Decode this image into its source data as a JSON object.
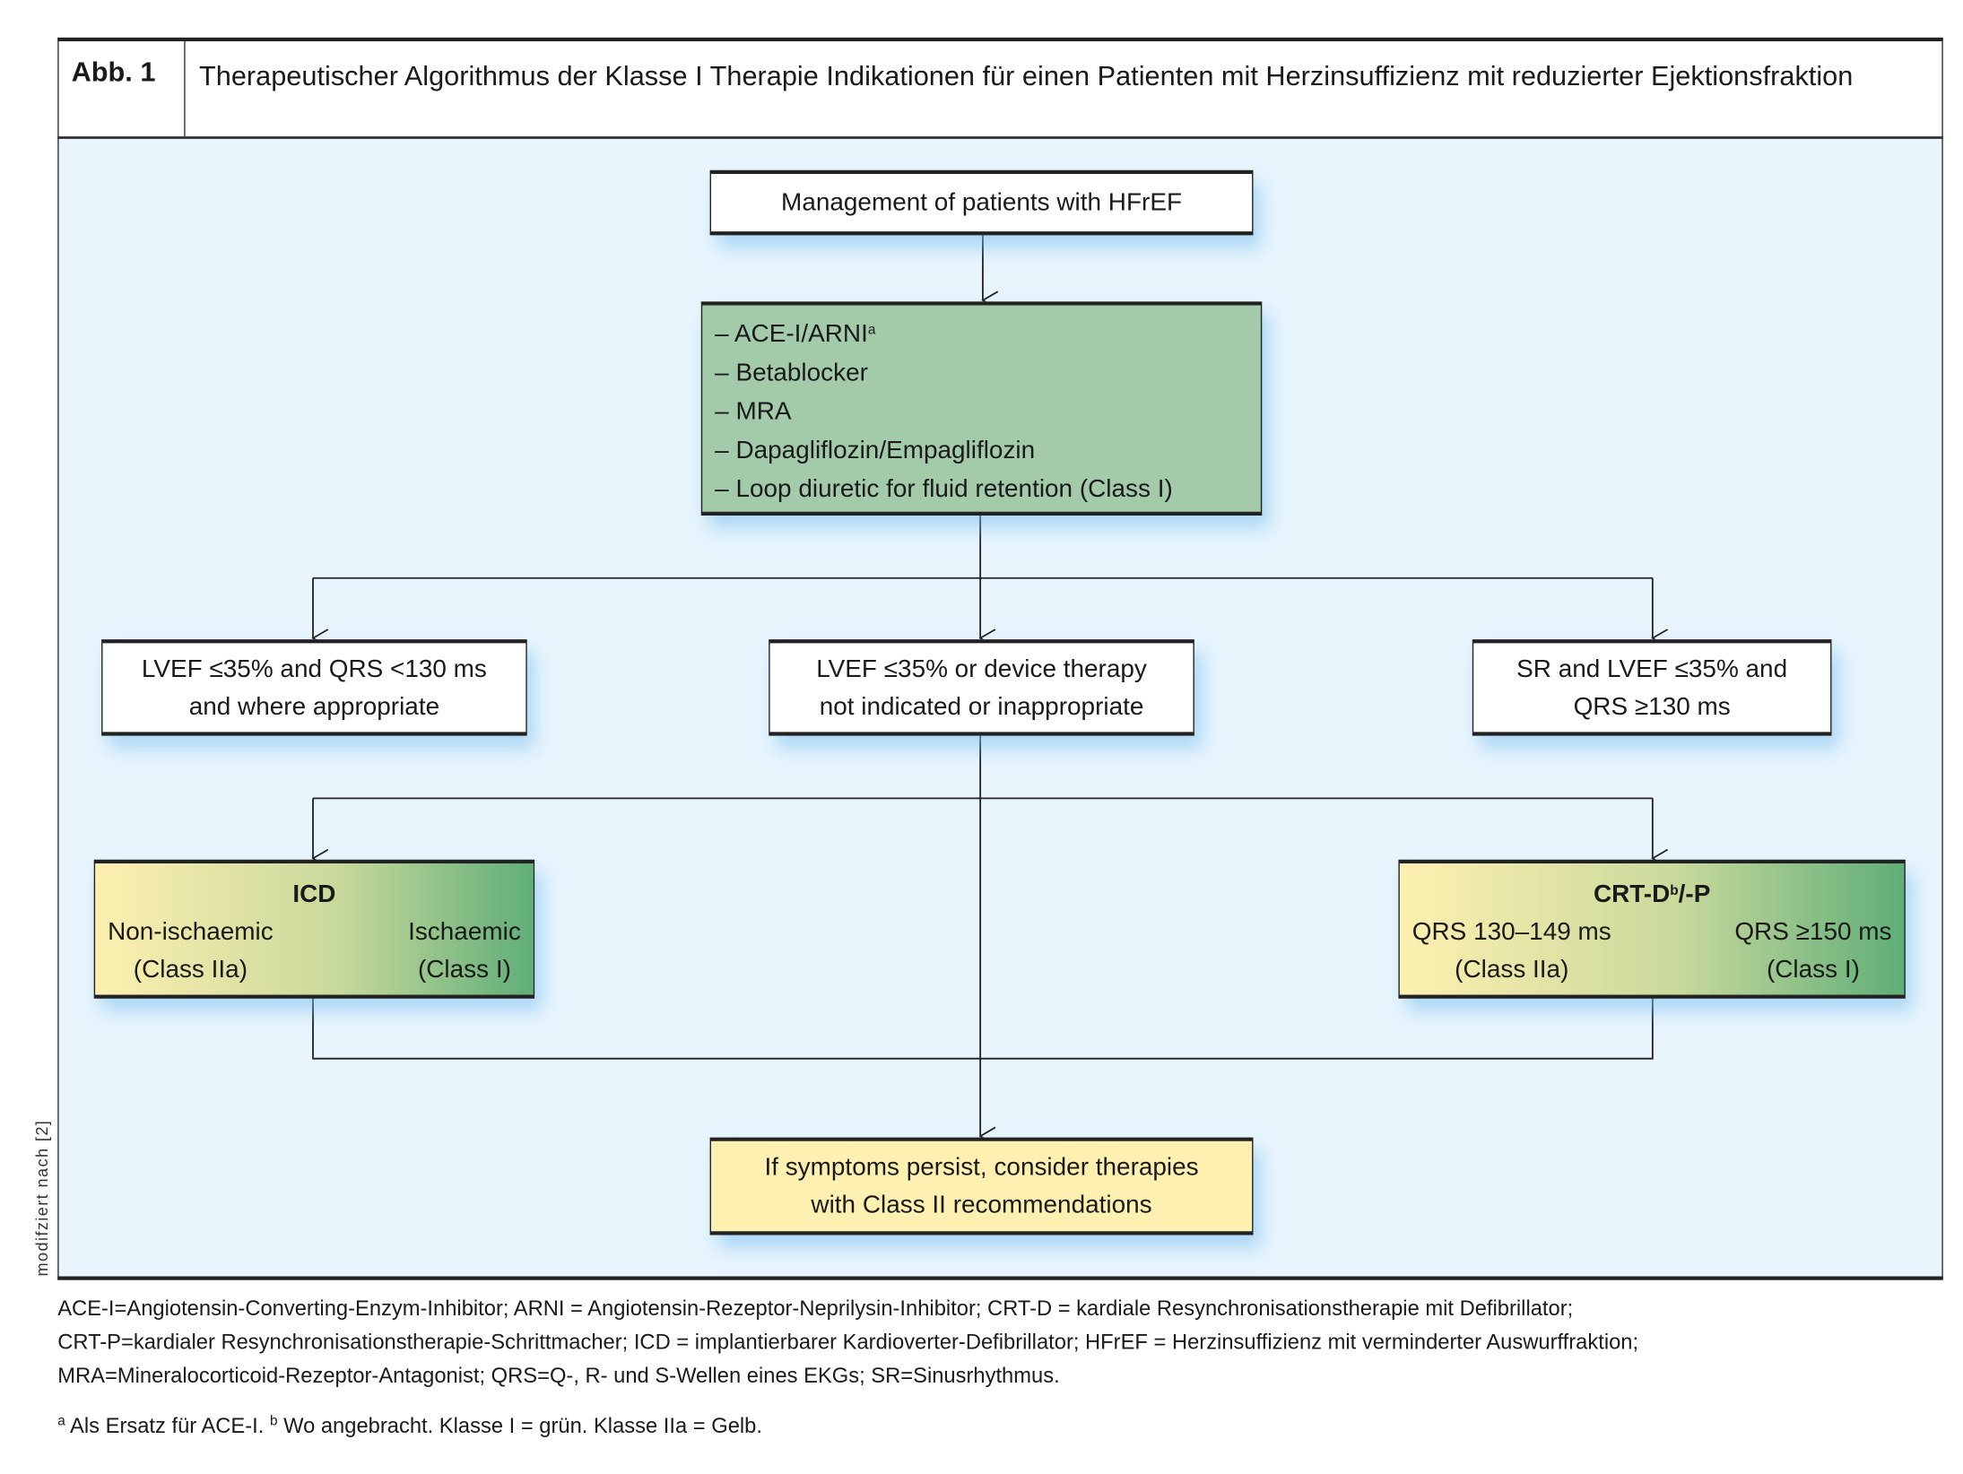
{
  "header": {
    "label": "Abb. 1",
    "title": "Therapeutischer Algorithmus der Klasse I Therapie Indikationen für einen Patienten mit Herzinsuffizienz mit reduzierter Ejektionsfraktion"
  },
  "nodes": {
    "start": "Management of patients with HFrEF",
    "base_therapy": [
      {
        "text": "– ACE-I/ARNI",
        "sup": "a"
      },
      {
        "text": "– Betablocker"
      },
      {
        "text": "– MRA"
      },
      {
        "text": "– Dapagliflozin/Empagliflozin"
      },
      {
        "text": "– Loop diuretic for fluid retention (Class I)"
      }
    ],
    "left_criteria": [
      "LVEF ≤35% and QRS <130 ms",
      "and where appropriate"
    ],
    "middle_criteria": [
      "LVEF ≤35% or device therapy",
      "not indicated or inappropriate"
    ],
    "right_criteria": [
      "SR and LVEF ≤35% and",
      "QRS ≥130 ms"
    ],
    "icd": {
      "title": "ICD",
      "left": [
        "Non-ischaemic",
        "(Class IIa)"
      ],
      "right": [
        "Ischaemic",
        "(Class I)"
      ]
    },
    "crt": {
      "title_main": "CRT-D",
      "title_sup": "b",
      "title_suffix": "/-P",
      "left": [
        "QRS 130–149 ms",
        "(Class IIa)"
      ],
      "right": [
        "QRS ≥150 ms",
        "(Class I)"
      ]
    },
    "final": [
      "If symptoms persist, consider therapies",
      "with Class II recommendations"
    ]
  },
  "colors": {
    "panel_bg": "#e8f5fd",
    "class_i_green": "#5fae78",
    "base_green": "#a3cbaa",
    "class_iia_yellow": "#fdf0b0"
  },
  "side_note": "modifziert nach [2]",
  "footnotes": {
    "abbreviations": [
      "ACE-I=Angiotensin-Converting-Enzym-Inhibitor; ARNI = Angiotensin-Rezeptor-Neprilysin-Inhibitor; CRT-D = kardiale Resynchronisationstherapie mit Defibrillator;",
      "CRT-P=kardialer Resynchronisationstherapie-Schrittmacher; ICD = implantierbarer Kardioverter-Defibrillator; HFrEF = Herzinsuffizienz mit verminderter Auswurffraktion;",
      "MRA=Mineralocorticoid-Rezeptor-Antagonist; QRS=Q-, R- und S-Wellen eines EKGs; SR=Sinusrhythmus."
    ],
    "notes": [
      {
        "sup": "a",
        "text": " Als Ersatz für ACE-I. "
      },
      {
        "sup": "b",
        "text": " Wo angebracht. Klasse I = grün. Klasse IIa = Gelb."
      }
    ]
  }
}
